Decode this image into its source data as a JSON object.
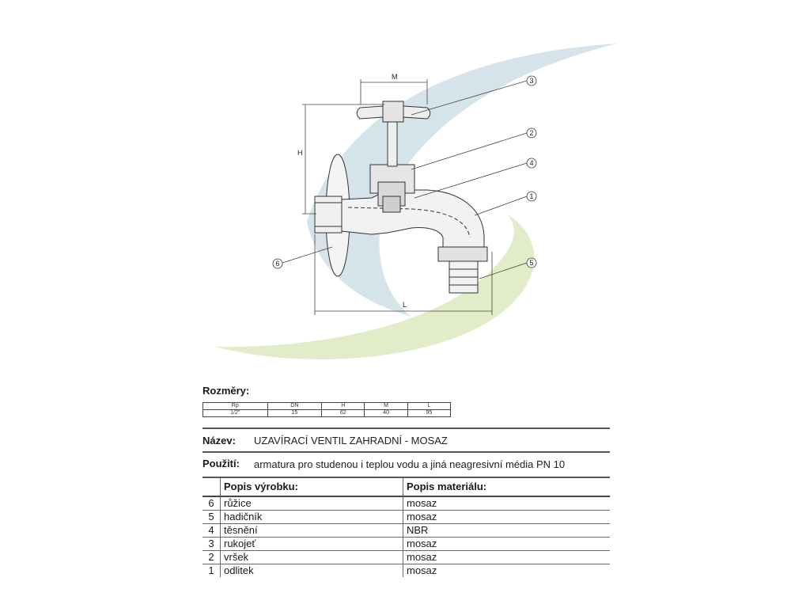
{
  "drawing": {
    "callouts": [
      "3",
      "2",
      "4",
      "1",
      "5",
      "6"
    ],
    "dim_labels": {
      "M": "M",
      "H": "H",
      "L": "L"
    }
  },
  "dimensions": {
    "title": "Rozměry:",
    "headers": [
      "Rp",
      "DN",
      "H",
      "M",
      "L"
    ],
    "values": [
      "1/2\"",
      "15",
      "62",
      "40",
      "95"
    ]
  },
  "product": {
    "name_label": "Název:",
    "name_value": "UZAVÍRACÍ VENTIL ZAHRADNÍ - MOSAZ",
    "use_label": "Použití:",
    "use_value": "armatura pro studenou i teplou vodu a jiná neagresivní média PN 10"
  },
  "parts": {
    "header_desc": "Popis výrobku:",
    "header_material": "Popis materiálu:",
    "rows": [
      {
        "no": "6",
        "desc": "růžice",
        "material": "mosaz"
      },
      {
        "no": "5",
        "desc": "hadičník",
        "material": "mosaz"
      },
      {
        "no": "4",
        "desc": "těsnění",
        "material": "NBR"
      },
      {
        "no": "3",
        "desc": "rukojeť",
        "material": "mosaz"
      },
      {
        "no": "2",
        "desc": "vršek",
        "material": "mosaz"
      },
      {
        "no": "1",
        "desc": "odlitek",
        "material": "mosaz"
      }
    ]
  },
  "colors": {
    "swoosh_blue": "#d5e4ea",
    "swoosh_green": "#e2ecc8"
  }
}
